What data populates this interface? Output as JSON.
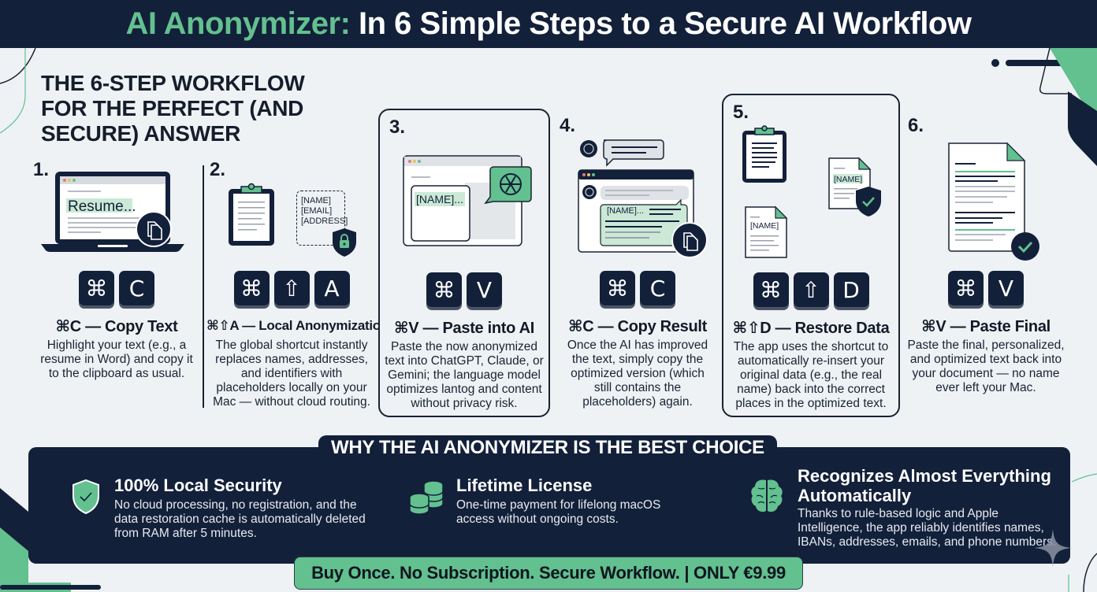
{
  "header": {
    "title_accent": "AI Anonymizer:",
    "title_rest": " In 6 Simple Steps to a Secure AI Workflow"
  },
  "section_title": "THE 6-STEP WORKFLOW FOR THE PERFECT (AND SECURE) ANSWER",
  "colors": {
    "navy": "#13203a",
    "green": "#63c08f",
    "light_green": "#cbe9d6",
    "background": "#eef2f5"
  },
  "steps": [
    {
      "number": "1.",
      "keys": [
        "⌘",
        "C"
      ],
      "title": "⌘C — Copy Text",
      "description": "Highlight your text (e.g., a resume in Word) and copy it to the clipboard as usual.",
      "illustration": {
        "icon": "laptop-icon",
        "highlight_text": "Resume...",
        "badge": "copy-icon"
      }
    },
    {
      "number": "2.",
      "keys": [
        "⌘",
        "⇧",
        "A"
      ],
      "title": "⌘⇧A — Local Anonymization",
      "description": "The global shortcut instantly replaces names, addresses, and identifiers with placeholders locally on your Mac — without cloud routing.",
      "illustration": {
        "icon": "clipboard-icon",
        "placeholders": [
          "[NAME]",
          "[EMAIL]",
          "[ADDRESS]"
        ],
        "badge": "lock-shield-icon"
      }
    },
    {
      "number": "3.",
      "keys": [
        "⌘",
        "V"
      ],
      "title": "⌘V — Paste into AI",
      "description": "Paste the now anonymized text into ChatGPT, Claude, or Gemini; the language model optimizes lantog and content without privacy risk.",
      "illustration": {
        "icon": "browser-window-icon",
        "highlight_text": "[NAME]...",
        "badge": "ai-logo-icon"
      }
    },
    {
      "number": "4.",
      "keys": [
        "⌘",
        "C"
      ],
      "title": "⌘C — Copy Result",
      "description": "Once the AI has improved the text, simply copy the optimized version (which still contains the placeholders) again.",
      "illustration": {
        "icon": "chat-window-icon",
        "highlight_text": "[NAME]...",
        "badge": "copy-icon"
      }
    },
    {
      "number": "5.",
      "keys": [
        "⌘",
        "⇧",
        "D"
      ],
      "title": "⌘⇧D — Restore Data",
      "description": "The app uses the shortcut to automatically re-insert your original data (e.g., the real name) back into the correct places in the optimized text.",
      "illustration": {
        "icon": "clipboard-icon",
        "doc_labels": [
          "[NAME]",
          "[NAME]"
        ],
        "badge": "check-shield-icon"
      }
    },
    {
      "number": "6.",
      "keys": [
        "⌘",
        "V"
      ],
      "title": "⌘V — Paste Final",
      "description": "Paste the final, personalized, and optimized text back into your document — no name ever left your Mac.",
      "illustration": {
        "icon": "document-icon",
        "badge": "check-circle-icon"
      }
    }
  ],
  "why": {
    "title": "WHY THE AI ANONYMIZER IS THE BEST CHOICE",
    "features": [
      {
        "icon": "shield-check-icon",
        "title": "100% Local Security",
        "description": "No cloud processing, no registration, and the data restoration cache is automatically deleted from RAM after 5 minutes."
      },
      {
        "icon": "coins-icon",
        "title": "Lifetime License",
        "description": "One-time payment for lifelong macOS access without ongoing costs."
      },
      {
        "icon": "brain-icon",
        "title": "Recognizes Almost Everything Automatically",
        "description": "Thanks to rule-based logic and Apple Intelligence, the app reliably identifies names, IBANs, addresses, emails, and phone numbers."
      }
    ]
  },
  "cta": {
    "label": "Buy Once. No Subscription. Secure Workflow. | ONLY €9.99"
  }
}
